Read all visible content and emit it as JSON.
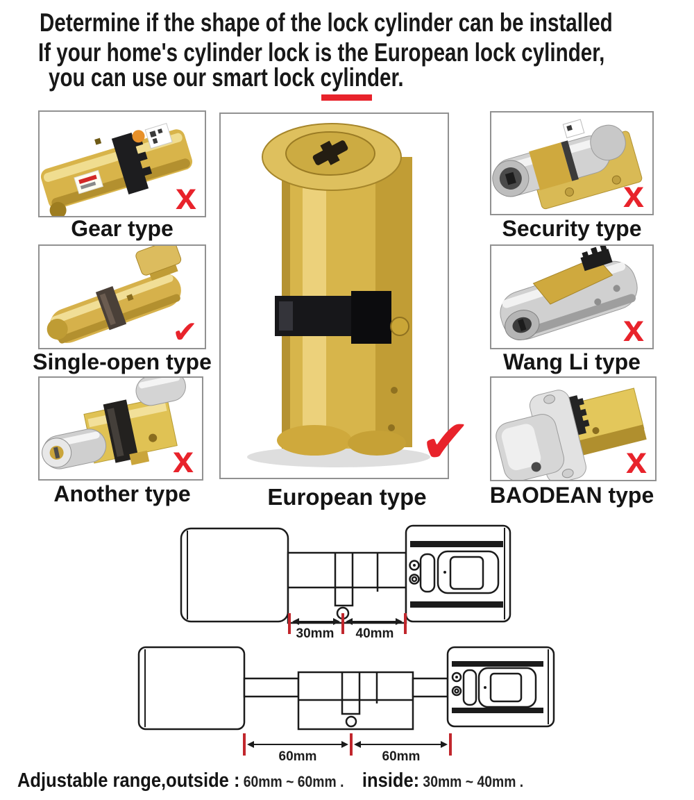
{
  "header": {
    "line1": "Determine if the shape of the lock cylinder can be installed",
    "line2": "If your home's cylinder lock is the European lock cylinder,",
    "line3": "you can use our smart lock cylinder."
  },
  "colors": {
    "accent_red": "#e8232b",
    "dimension_tick_red": "#c1272d",
    "line_black": "#1b1b1b",
    "box_border_gray": "#919191",
    "brass_gold": "#d7b54b",
    "chrome_silver": "#d2d2d2"
  },
  "panels": {
    "left": [
      {
        "label": "Gear type",
        "mark": "x",
        "verdict": "incompatible"
      },
      {
        "label": "Single-open type",
        "mark": "✔",
        "verdict": "compatible"
      },
      {
        "label": "Another type",
        "mark": "x",
        "verdict": "incompatible"
      }
    ],
    "center": {
      "label": "European type",
      "mark": "✔",
      "verdict": "compatible"
    },
    "right": [
      {
        "label": "Security type",
        "mark": "x",
        "verdict": "incompatible"
      },
      {
        "label": "Wang Li type",
        "mark": "x",
        "verdict": "incompatible"
      },
      {
        "label": "BAODEAN type",
        "mark": "x",
        "verdict": "incompatible"
      }
    ]
  },
  "diagram1": {
    "dim_left": "30mm",
    "dim_right": "40mm"
  },
  "diagram2": {
    "dim_left": "60mm",
    "dim_right": "60mm"
  },
  "footer": {
    "label_outside": "Adjustable range,outside :",
    "value_outside": "60mm ~ 60mm .",
    "label_inside": "inside:",
    "value_inside": "30mm ~ 40mm ."
  }
}
